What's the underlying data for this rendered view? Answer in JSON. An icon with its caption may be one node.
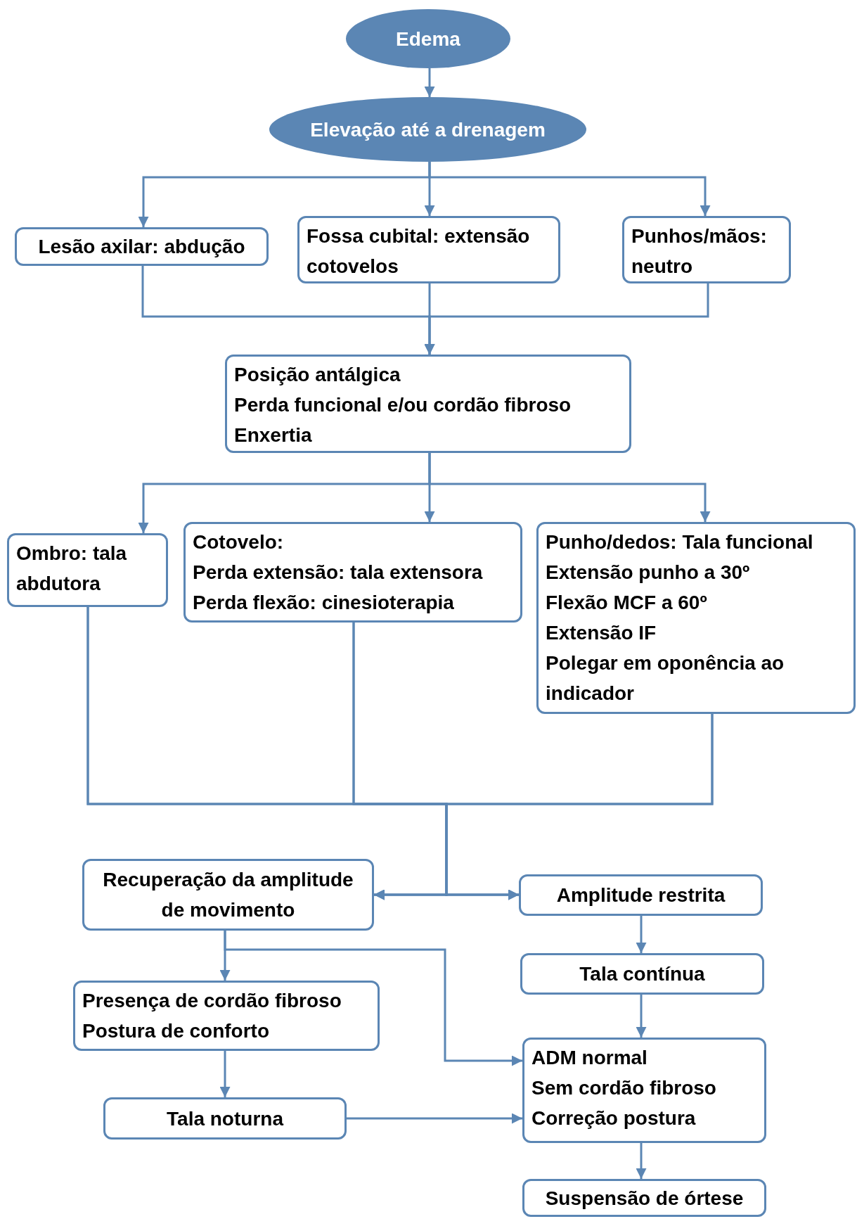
{
  "diagram": {
    "nodes": [
      {
        "text": [
          "Edema"
        ]
      },
      {
        "text": [
          "Elevação até a drenagem"
        ]
      },
      {
        "text": [
          "Lesão axilar: abdução"
        ]
      },
      {
        "text": [
          "Fossa cubital: extensão cotovelos"
        ]
      },
      {
        "text": [
          "Punhos/mãos: neutro"
        ]
      },
      {
        "text": [
          "Posição antálgica",
          "Perda funcional e/ou cordão fibroso",
          "Enxertia"
        ]
      },
      {
        "text": [
          "Ombro: tala abdutora"
        ]
      },
      {
        "text": [
          "Cotovelo:",
          "Perda extensão: tala extensora",
          "Perda flexão: cinesioterapia"
        ]
      },
      {
        "text": [
          "Punho/dedos: Tala funcional",
          "Extensão punho a 30º",
          "Flexão MCF a 60º",
          "Extensão IF",
          "Polegar em oponência ao indicador"
        ]
      },
      {
        "text": [
          "Recuperação da amplitude de movimento"
        ]
      },
      {
        "text": [
          "Amplitude restrita"
        ]
      },
      {
        "text": [
          "Tala contínua"
        ]
      },
      {
        "text": [
          "Presença de cordão fibroso",
          "Postura de conforto"
        ]
      },
      {
        "text": [
          "Tala noturna"
        ]
      },
      {
        "text": [
          "ADM normal",
          "Sem cordão fibroso",
          "Correção postura"
        ]
      },
      {
        "text": [
          "Suspensão de órtese"
        ]
      }
    ],
    "edges": [
      {
        "from": 0,
        "to": 1,
        "arrow": "to"
      },
      {
        "from": 1,
        "to": 2,
        "arrow": "to"
      },
      {
        "from": 1,
        "to": 3,
        "arrow": "to"
      },
      {
        "from": 1,
        "to": 4,
        "arrow": "to"
      },
      {
        "from": 2,
        "to": 5,
        "arrow": "to"
      },
      {
        "from": 3,
        "to": 5,
        "arrow": "to"
      },
      {
        "from": 4,
        "to": 5,
        "arrow": "to"
      },
      {
        "from": 5,
        "to": 6,
        "arrow": "to"
      },
      {
        "from": 5,
        "to": 7,
        "arrow": "to"
      },
      {
        "from": 5,
        "to": 8,
        "arrow": "to"
      },
      {
        "from": 6,
        "to": 9,
        "arrow": "to"
      },
      {
        "from": 6,
        "to": 10,
        "arrow": "to"
      },
      {
        "from": 7,
        "to": 9,
        "arrow": "to"
      },
      {
        "from": 7,
        "to": 10,
        "arrow": "to"
      },
      {
        "from": 8,
        "to": 9,
        "arrow": "to"
      },
      {
        "from": 8,
        "to": 10,
        "arrow": "to"
      },
      {
        "from": 10,
        "to": 11,
        "arrow": "to"
      },
      {
        "from": 11,
        "to": 14,
        "arrow": "to"
      },
      {
        "from": 9,
        "to": 12,
        "arrow": "to"
      },
      {
        "from": 9,
        "to": 14,
        "arrow": "to"
      },
      {
        "from": 12,
        "to": 13,
        "arrow": "to"
      },
      {
        "from": 13,
        "to": 14,
        "arrow": "to"
      },
      {
        "from": 14,
        "to": 15,
        "arrow": "to"
      }
    ]
  }
}
